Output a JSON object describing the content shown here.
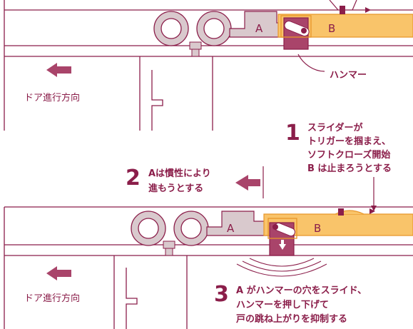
{
  "labels": {
    "a": "A",
    "b": "B"
  },
  "hammer_label": "ハンマー",
  "direction_label": "ドア進行方向",
  "steps": [
    {
      "number": "1",
      "lines": [
        "スライダーが",
        "トリガーを掴まえ、",
        "ソフトクローズ開始",
        "B は止まろうとする"
      ]
    },
    {
      "number": "2",
      "lines": [
        "Aは慣性により",
        "進もうとする"
      ]
    },
    {
      "number": "3",
      "lines": [
        "A がハンマーの穴をスライド、",
        "ハンマーを押し下げて",
        "戸の跳ね上がりを抑制する"
      ]
    }
  ],
  "colors": {
    "line": "#8b1e4a",
    "accent": "#a9446a",
    "rail_orange": "#f9c46a",
    "rail_orange_edge": "#e8962a",
    "slider_gray": "#d9c9cd"
  }
}
